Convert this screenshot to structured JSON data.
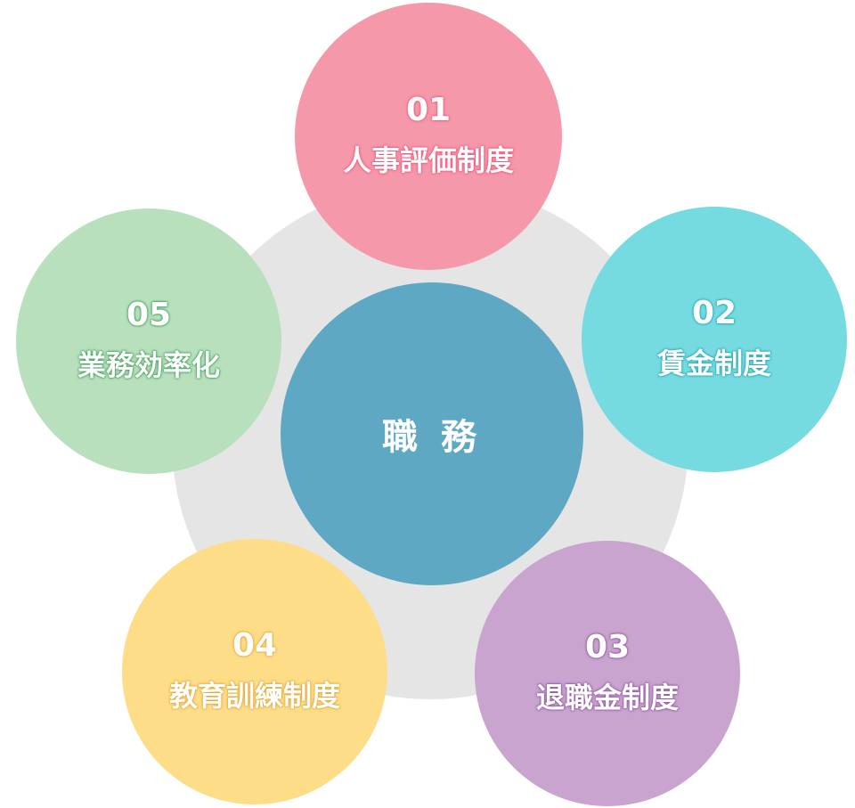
{
  "center": {
    "label": "職 務",
    "color": "#5fa8c4"
  },
  "items": [
    {
      "number": "01",
      "label": "人事評価制度",
      "color": "#f598aa"
    },
    {
      "number": "02",
      "label": "賃金制度",
      "color": "#75dbe1"
    },
    {
      "number": "03",
      "label": "退職金制度",
      "color": "#c9a4cf"
    },
    {
      "number": "04",
      "label": "教育訓練制度",
      "color": "#fedd89"
    },
    {
      "number": "05",
      "label": "業務効率化",
      "color": "#b8e0bd"
    }
  ]
}
